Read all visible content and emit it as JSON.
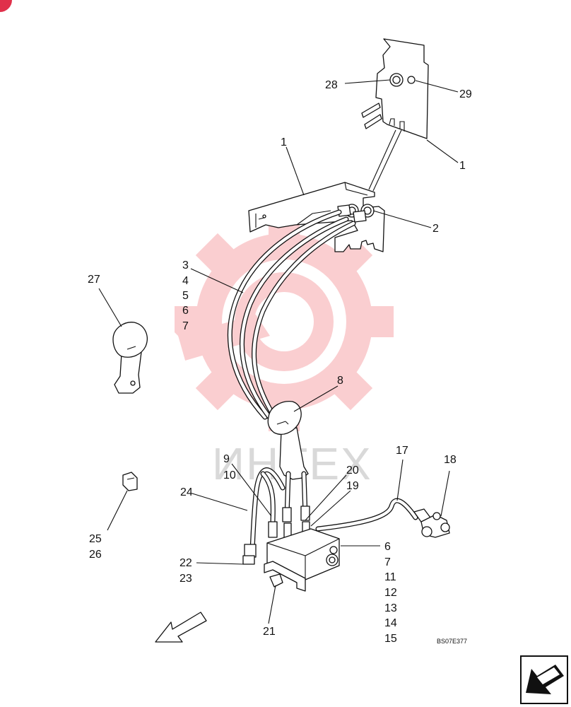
{
  "diagram_code": "BS07E377",
  "watermark_text": "ИНТЕХ",
  "colors": {
    "watermark_gear": "#f7c2c4",
    "watermark_text": "#d9d9d9",
    "line": "#111111",
    "badge": "#e0304a"
  },
  "icons": {
    "watermark": "gear-wrench-icon",
    "direction": "front-direction-arrow-icon",
    "nav": "next-page-arrow-icon"
  },
  "callouts": {
    "c1a": "1",
    "c1b": "1",
    "c2": "2",
    "c28": "28",
    "c29": "29",
    "c3": "3",
    "c4": "4",
    "c5": "5",
    "c6a": "6",
    "c7a": "7",
    "c27": "27",
    "c8": "8",
    "c9": "9",
    "c10": "10",
    "c20": "20",
    "c19": "19",
    "c17": "17",
    "c18": "18",
    "c24": "24",
    "c25": "25",
    "c26": "26",
    "c6b": "6",
    "c7b": "7",
    "c11": "11",
    "c12": "12",
    "c13": "13",
    "c14": "14",
    "c15": "15",
    "c22": "22",
    "c23": "23",
    "c21": "21"
  }
}
